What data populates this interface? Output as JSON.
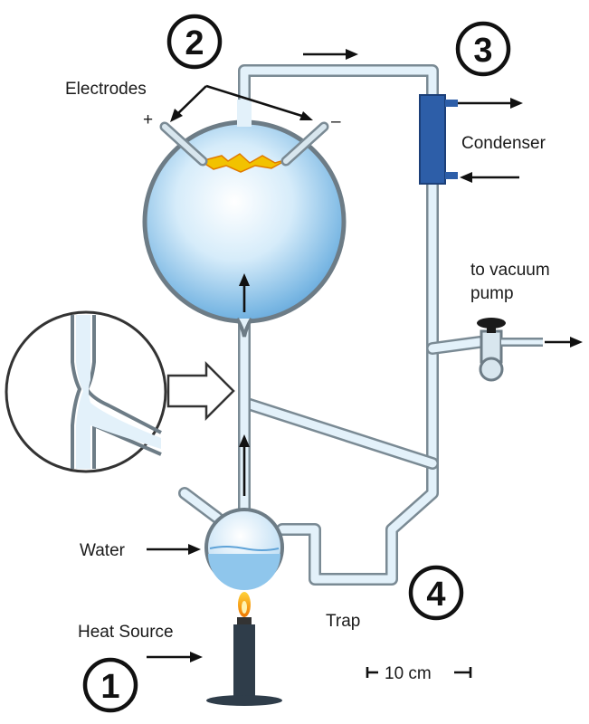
{
  "labels": {
    "electrodes": "Electrodes",
    "plus": "+",
    "minus": "–",
    "condenser": "Condenser",
    "vacuum_line1": "to vacuum",
    "vacuum_line2": "pump",
    "water": "Water",
    "trap": "Trap",
    "heat_source": "Heat Source",
    "scale": "10 cm"
  },
  "step_numbers": {
    "one": "1",
    "two": "2",
    "three": "3",
    "four": "4"
  },
  "colors": {
    "glass_outline": "#7a8a94",
    "glass_fill": "#bfe0f5",
    "water": "#8fc6ec",
    "spark": "#f2c200",
    "condenser_jacket": "#2d5ea8",
    "flame": "#f59a00",
    "burner": "#2f3d4a"
  }
}
